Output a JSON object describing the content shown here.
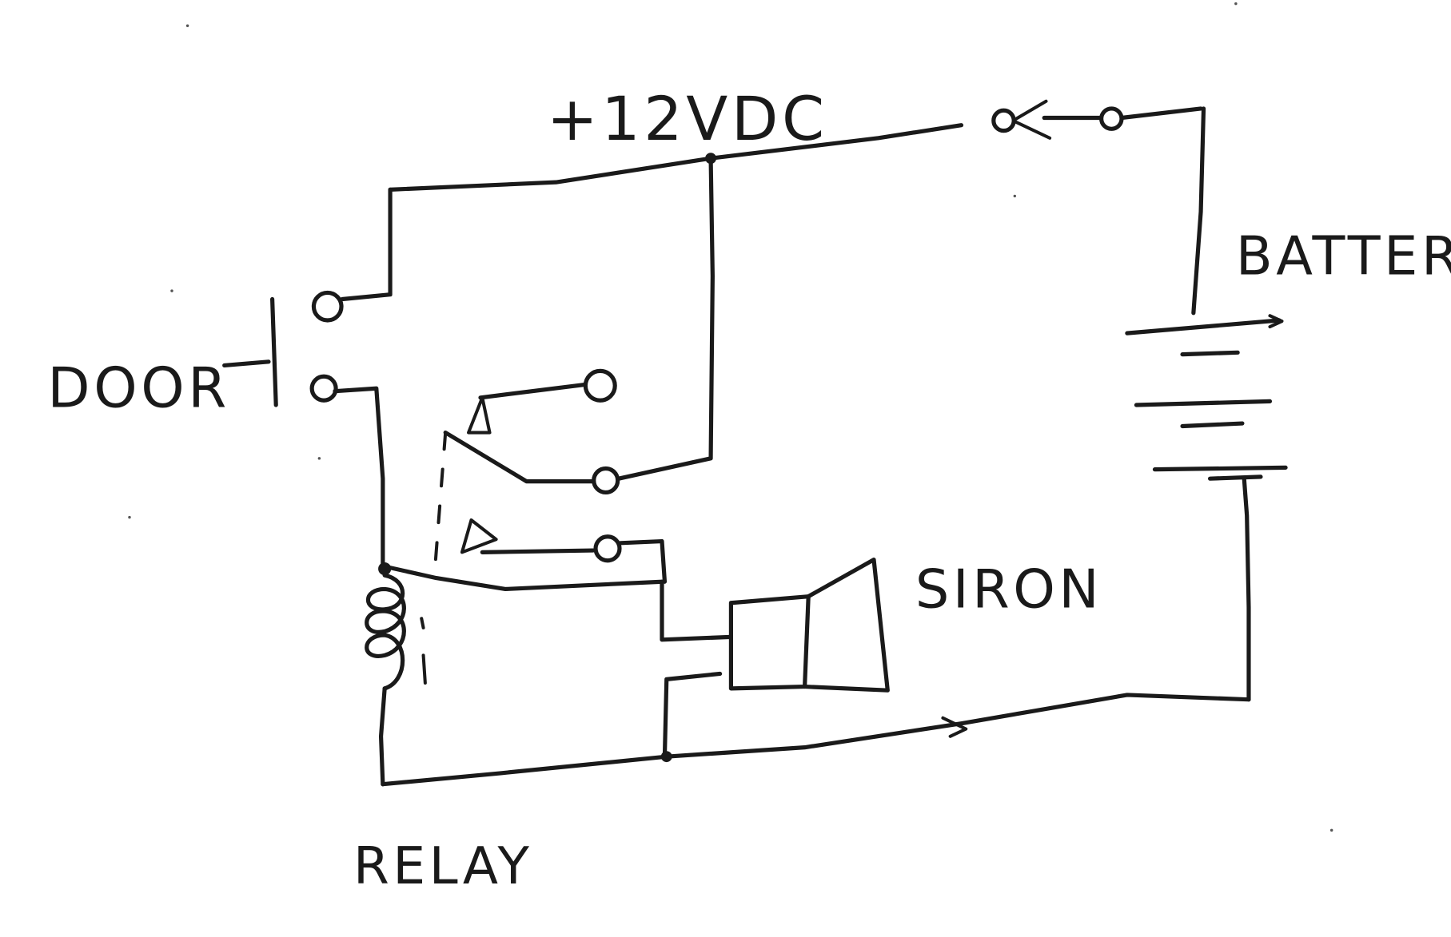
{
  "labels": {
    "supply": "+12VDC",
    "battery": "BATTERY",
    "door": "DOOR",
    "siren": "SIRON",
    "relay": "RELAY"
  },
  "colors": {
    "ink": "#1a1a1a",
    "paper": "#ffffff"
  }
}
